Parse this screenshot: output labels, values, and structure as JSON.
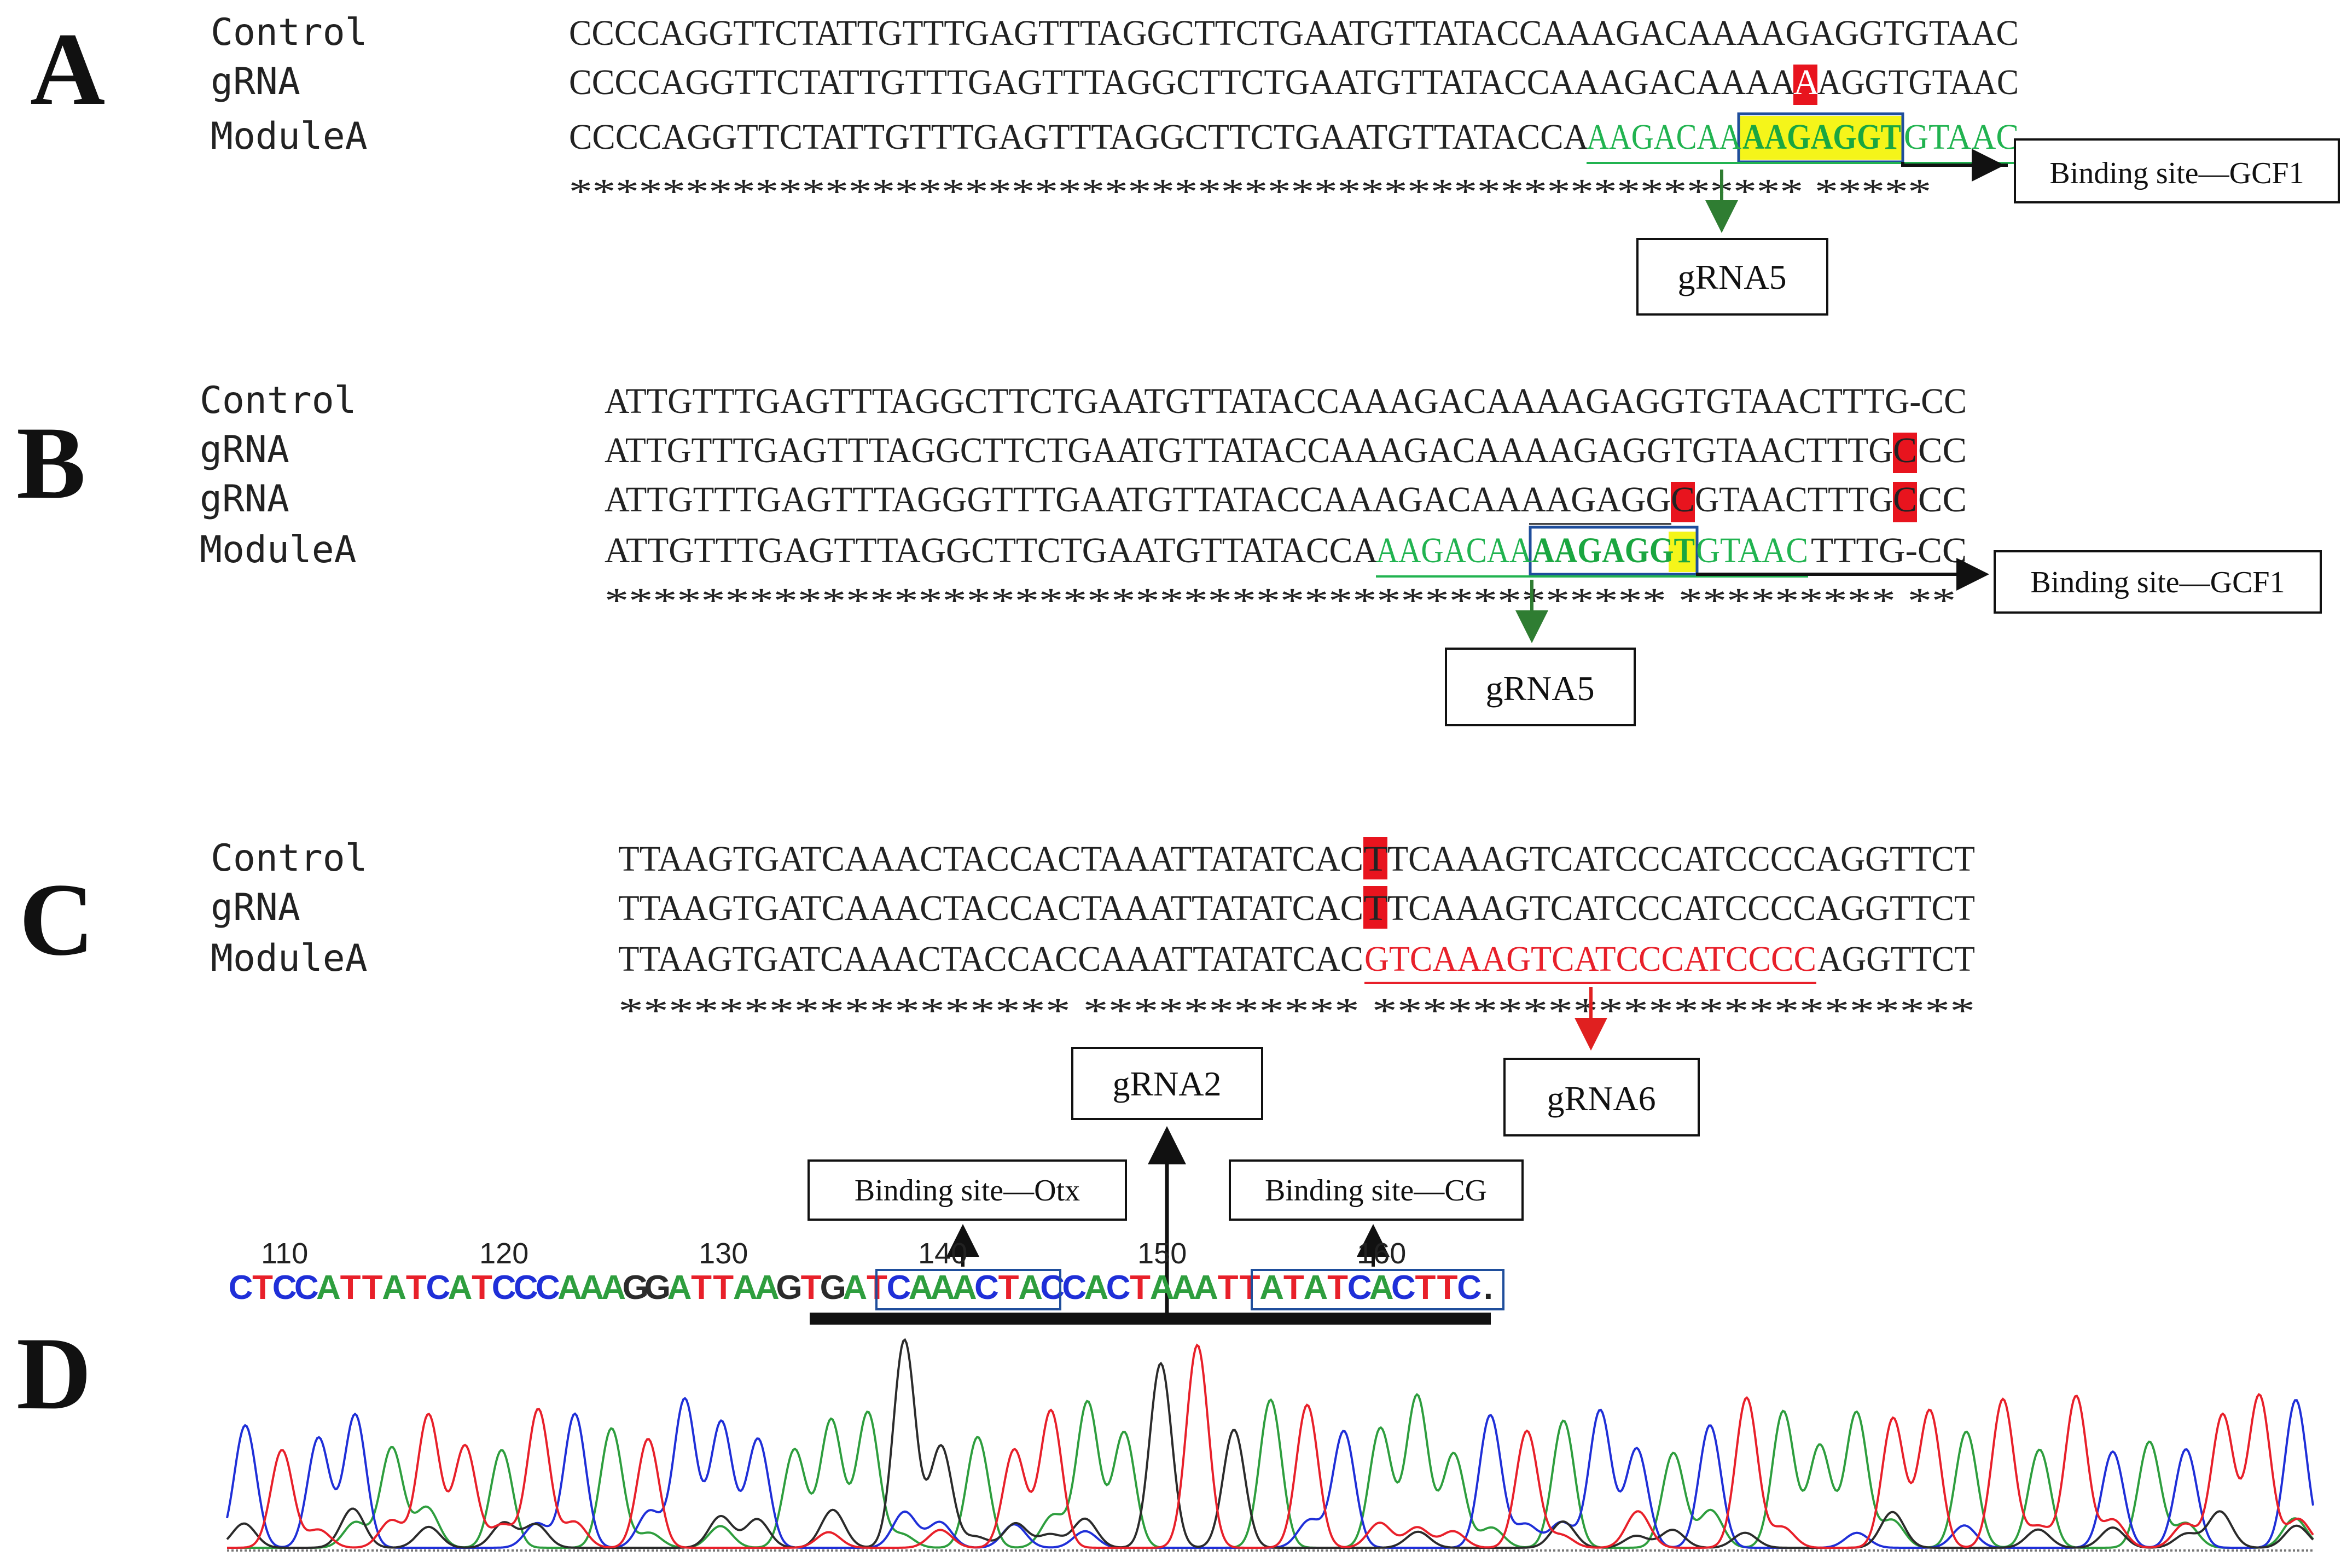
{
  "panels": {
    "A": {
      "letter": "A",
      "labels": [
        "Control",
        "gRNA",
        "ModuleA"
      ],
      "seq_control": "CCCCAGGTTCTATTGTTTGAGTTTAGGCTTCTGAATGTTATACCAAAGACAAAAGAGGTGTAAC",
      "seq_grna_a": "CCCCAGGTTCTATTGTTTGAGTTTAGGCTTCTGAATGTTATACCAAAGACAAAA",
      "seq_grna_mut": "A",
      "seq_grna_b": "AGGTGTAAC",
      "seq_module_black": "CCCCAGGTTCTATTGTTTGAGTTTAGGCTTCTGAATGTTATACCA",
      "seq_module_green1": "AAGACAA",
      "seq_module_bold": "AAGAGGT",
      "seq_module_green2": "GTAAC",
      "stars": "***************************************************** *****",
      "binding_label": "Binding  site—GCF1",
      "grna_label": "gRNA5"
    },
    "B": {
      "letter": "B",
      "labels": [
        "Control",
        "gRNA",
        "gRNA",
        "ModuleA"
      ],
      "seq_control": "ATTGTTTGAGTTTAGGCTTCTGAATGTTATACCAAAGACAAAAGAGGTGTAACTTTG-CC",
      "seq_grna1_a": "ATTGTTTGAGTTTAGGCTTCTGAATGTTATACCAAAGACAAAAGAGGTGTAACTTTG",
      "seq_grna1_mut": "C",
      "seq_grna1_b": "CC",
      "seq_grna2_a": "ATTGTTTGAGTTTAGGGTTTGAATGTTATACCAAAGACAAAAGAGG",
      "seq_grna2_mut1": "C",
      "seq_grna2_b": "GTAACTTTG",
      "seq_grna2_mut2": "C",
      "seq_grna2_c": "CC",
      "seq_module_black": "ATTGTTTGAGTTTAGGCTTCTGAATGTTATACCA",
      "seq_module_green1": "AAGACAA",
      "seq_module_bold": "AAGAGGT",
      "seq_module_green2": "GTAAC",
      "seq_module_tail": "TTTG-CC",
      "stars": "******************************************** ********* **",
      "binding_label": "Binding  site—GCF1",
      "grna_label": "gRNA5"
    },
    "C": {
      "letter": "C",
      "labels": [
        "Control",
        "gRNA",
        "ModuleA"
      ],
      "seq_control_a": "TTAAGTGATCAAACTACCACTAAATTATATCAC",
      "seq_control_mut": "T",
      "seq_control_b": "TCAAAGTCATCCCATCCCCAGGTTCT",
      "seq_grna_a": "TTAAGTGATCAAACTACCACTAAATTATATCAC",
      "seq_grna_mut": "T",
      "seq_grna_b": "TCAAAGTCATCCCATCCCCAGGTTCT",
      "seq_module_a": "TTAAGTGATCAAACTACCACCAAATTATATCAC",
      "seq_module_red": "GTCAAAGTCATCCCATCCCC",
      "seq_module_b": "AGGTTCT",
      "stars": "****************** *********** ************************",
      "grna_label": "gRNA6"
    },
    "D": {
      "letter": "D",
      "tick_labels": [
        "110",
        "120",
        "130",
        "140",
        "150",
        "160"
      ],
      "bases": "CTCCATTATCATCCCAAAGGATTAAGTGATCAAACTACCACTAAATTATATCACTTC",
      "trail": ".",
      "grna_label": "gRNA2",
      "otx_label": "Binding  site—Otx",
      "cg_label": "Binding  site—CG"
    }
  },
  "colors": {
    "A": "#2e9e3e",
    "C": "#1f2fd8",
    "G": "#2b2b2b",
    "T": "#e8202a",
    "green": "#21b350",
    "bold_green": "#1aa640",
    "highlight": "#f5f51a",
    "mut": "#e8141e",
    "blue_box": "#1f4e9c",
    "dark_green_arrow": "#2f7d32",
    "red_arrow": "#e02020"
  }
}
